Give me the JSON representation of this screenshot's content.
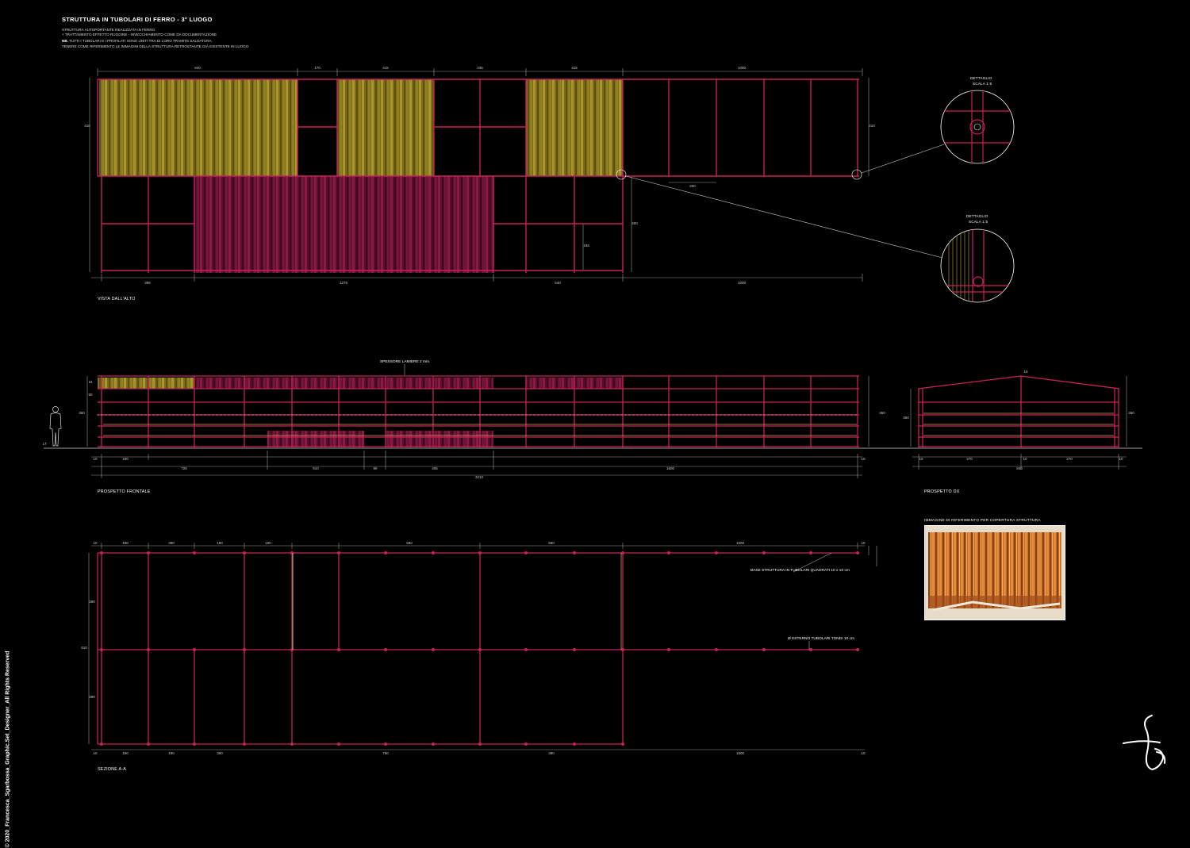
{
  "title": {
    "main": "STRUTTURA IN TUBOLARI DI FERRO - 3° LUOGO",
    "lines": [
      "STRUTTURA AUTOPORTANTE REALIZZATA IN FERRO",
      "+ TRATTAMENTO EFFETTO RUGGINE - INVECCHIAMENTO COME DA DOCUMENTAZIONE"
    ],
    "note_prefix": "NB.",
    "note_lines": [
      " TUTTI I TUBOLARI E I PROFILATI SONO UNITI TRA DI LORO TRAMITE SALDATURA.",
      "TENERE COME RIFERIMENTO LE IMMAGINI DELLA STRUTTURA RETROSTANTE GIÀ ESISTENTE IN LUOGO"
    ]
  },
  "views": {
    "top": "VISTA DALL'ALTO",
    "front": "PROSPETTO FRONTALE",
    "side": "PROSPETTO DX",
    "section": "SEZIONE A-A"
  },
  "details": [
    {
      "title": "DETTAGLIO",
      "scale": "SCALA 1:5"
    },
    {
      "title": "DETTAGLIO",
      "scale": "SCALA 1:5"
    }
  ],
  "annotations": {
    "sheet_thickness": "SPESSORE LAMIERE 2 mm",
    "base_structure": "BASE STRUTTURA IN TUBOLARI QUADRATI 10 x 10 cm",
    "round_tube": "Ø ESTERNO TUBOLARI TONDI 10 cm",
    "ground": "LT"
  },
  "dimensions": {
    "top_upper": [
      "840",
      "170",
      "415",
      "335",
      "415",
      "1000"
    ],
    "top_lower": [
      "395",
      "1275",
      "540",
      "1000"
    ],
    "top_side": [
      "410",
      "410",
      "400",
      "165"
    ],
    "top_detail_spacing": "200",
    "front_bottom": [
      "10",
      "190",
      "725",
      "910",
      "90",
      "405",
      "1600",
      "10"
    ],
    "front_total": "3210",
    "front_height": [
      "15",
      "50",
      "350",
      "350"
    ],
    "side_bottom": [
      "10",
      "270",
      "10",
      "270",
      "10"
    ],
    "side_total": "840",
    "side_height": [
      "350",
      "15",
      "350"
    ],
    "section_top": [
      "10",
      "190",
      "390",
      "190",
      "190",
      "590",
      "590",
      "1000",
      "10"
    ],
    "section_bottom": [
      "10",
      "190",
      "190",
      "390",
      "790",
      "390",
      "1000",
      "10"
    ],
    "section_side": [
      "390",
      "810",
      "390"
    ]
  },
  "reference_image": {
    "caption": "IMMAGINE DI RIFERIMENTO PER COPERTURA STRUTTURA"
  },
  "credit": "© 2020_Francesca_Sgarbossa_Graphic.Set_Designer_All Rights Reserved",
  "colors": {
    "frame": "#c8205c",
    "olive_panel": "#9c8a25",
    "maroon_panel": "#6e1232",
    "dimension": "#bbbbbb",
    "accent_rail": "#d0a050"
  }
}
